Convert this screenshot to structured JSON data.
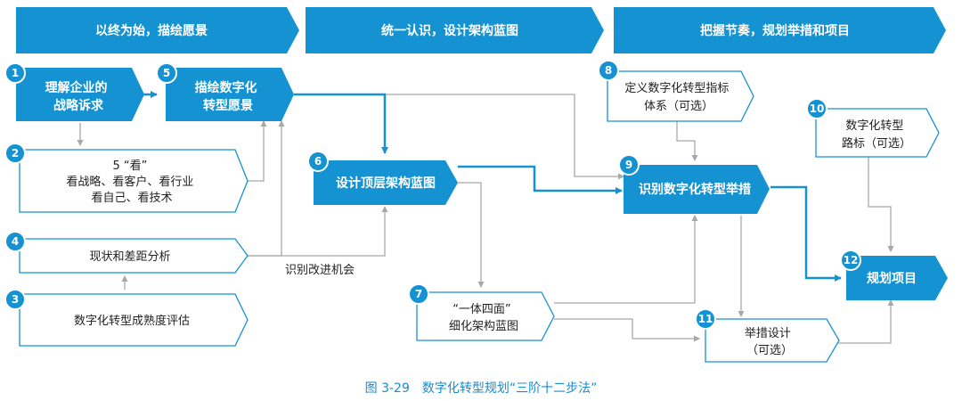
{
  "colors": {
    "primary": "#1592d1",
    "outline": "#1592d1",
    "thin_arrow": "#a8a8a8",
    "caption": "#1a8bcf"
  },
  "phases": [
    {
      "label": "以终为始，描绘愿景"
    },
    {
      "label": "统一认识，设计架构蓝图"
    },
    {
      "label": "把握节奏，规划举措和项目"
    }
  ],
  "steps": [
    {
      "num": "1",
      "lines": [
        "理解企业的",
        "战略诉求"
      ]
    },
    {
      "num": "2",
      "lines": [
        "5 “看”",
        "看战略、看客户、看行业",
        "看自己、看技术"
      ]
    },
    {
      "num": "3",
      "lines": [
        "数字化转型成熟度评估"
      ]
    },
    {
      "num": "4",
      "lines": [
        "现状和差距分析"
      ]
    },
    {
      "num": "5",
      "lines": [
        "描绘数字化",
        "转型愿景"
      ]
    },
    {
      "num": "6",
      "lines": [
        "设计顶层架构蓝图"
      ]
    },
    {
      "num": "7",
      "lines": [
        "“一体四面”",
        "细化架构蓝图"
      ]
    },
    {
      "num": "8",
      "lines": [
        "定义数字化转型指标",
        "体系（可选）"
      ]
    },
    {
      "num": "9",
      "lines": [
        "识别数字化转型举措"
      ]
    },
    {
      "num": "10",
      "lines": [
        "数字化转型",
        "路标（可选）"
      ]
    },
    {
      "num": "11",
      "lines": [
        "举措设计",
        "（可选）"
      ]
    },
    {
      "num": "12",
      "lines": [
        "规划项目"
      ]
    }
  ],
  "edge_label": "识别改进机会",
  "caption": "图 3-29　数字化转型规划“三阶十二步法”"
}
